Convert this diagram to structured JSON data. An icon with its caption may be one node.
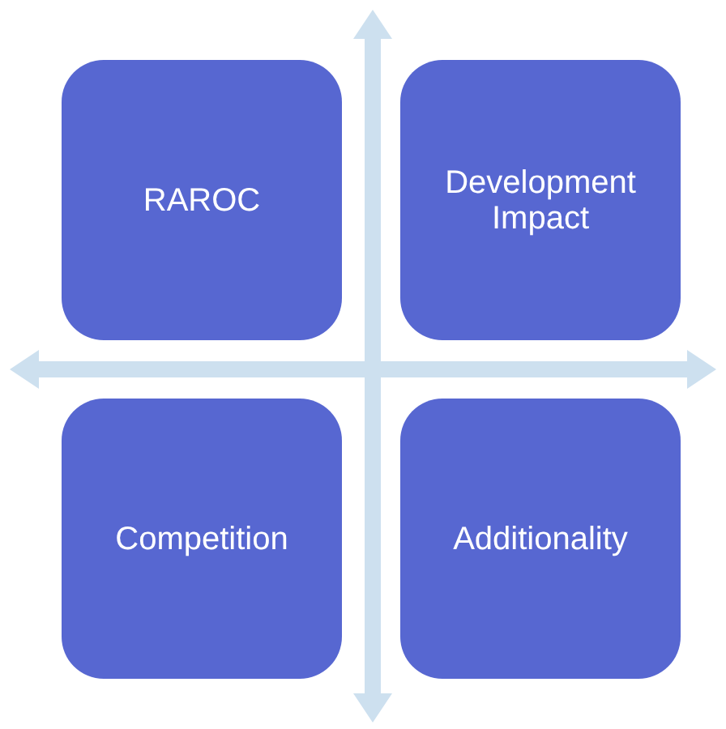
{
  "diagram": {
    "nodes": [
      {
        "text": [
          "RAROC"
        ]
      },
      {
        "text": [
          "Development Impact"
        ]
      },
      {
        "text": [
          "Competition"
        ]
      },
      {
        "text": [
          "Additionality"
        ]
      }
    ]
  }
}
